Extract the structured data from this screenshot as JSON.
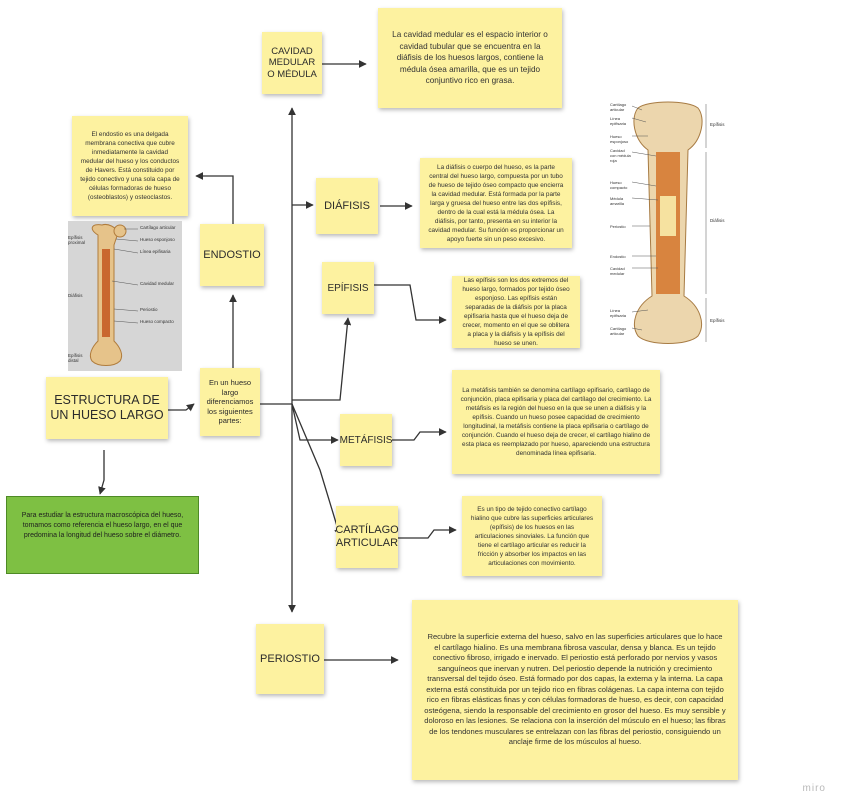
{
  "nodes": {
    "root": "ESTRUCTURA DE UN HUESO LARGO",
    "hub": "En un hueso largo diferenciamos los siguientes partes:",
    "endostio": "ENDOSTIO",
    "cavidad": "CAVIDAD MEDULAR O MÉDULA",
    "diafisis": "DIÁFISIS",
    "epifisis": "EPÍFISIS",
    "metafisis": "METÁFISIS",
    "cartilago": "CARTÍLAGO ARTICULAR",
    "periostio": "PERIOSTIO"
  },
  "descriptions": {
    "endostio": "El endostio es una delgada membrana conectiva que cubre inmediatamente la cavidad medular del hueso y los conductos de Havers. Está constituido por tejido conectivo y una sola capa de células formadoras de hueso (osteoblastos) y osteoclastos.",
    "cavidad": "La cavidad medular es el espacio interior o cavidad tubular que se encuentra en la diáfisis de los huesos largos, contiene la médula ósea amarilla, que es un tejido conjuntivo rico en grasa.",
    "diafisis": "La diáfisis o cuerpo del hueso, es la parte central del hueso largo, compuesta por un tubo de hueso de tejido óseo compacto que encierra la cavidad medular. Está formada por la parte larga y gruesa del hueso entre las dos epífisis, dentro de la cual está la médula ósea. La diáfisis, por tanto, presenta en su interior la cavidad medular. Su función es proporcionar un apoyo fuerte sin un peso excesivo.",
    "epifisis": "Las epífisis son los dos extremos del hueso largo, formados por tejido óseo esponjoso. Las epífisis están separadas de la diáfisis por la placa epifisaria hasta que el hueso deja de crecer, momento en el que se oblitera a placa y la diáfisis y la epífisis del hueso se unen.",
    "metafisis": "La metáfisis también se denomina cartílago epifisario, cartílago de conjunción, placa epifisaria y placa del cartílago del crecimiento. La metáfisis es la región del hueso en la que se unen a diáfisis y la epífisis. Cuando un hueso posee capacidad de crecimiento longitudinal, la metáfisis contiene la placa epifisaria o cartílago de conjunción. Cuando el hueso deja de crecer, el cartílago hialino de esta placa es reemplazado por hueso, apareciendo una estructura denominada línea epifisaria.",
    "cartilago": "Es un tipo de tejido conectivo cartílago hialino que cubre las superficies articulares (epífisis) de los huesos en las articulaciones sinoviales. La función que tiene el cartílago articular es reducir la fricción y absorber los impactos en las articulaciones con movimiento.",
    "periostio": "Recubre la superficie externa del hueso, salvo en las superficies articulares que lo hace el cartílago hialino. Es una membrana fibrosa vascular, densa y blanca. Es un tejido conectivo fibroso, irrigado e inervado. El periostio está perforado por nervios y vasos sanguíneos que inervan y nutren. Del periostio depende la nutrición y crecimiento transversal del tejido óseo. Está formado por dos capas, la externa y la interna. La capa externa está constituida por un tejido rico en fibras colágenas. La capa interna con tejido rico en fibras elásticas finas y con células formadoras de hueso, es decir, con capacidad osteógena, siendo la responsable del crecimiento en grosor del hueso. Es muy sensible y doloroso en las lesiones. Se relaciona con la inserción del músculo en el hueso; las fibras de los tendones musculares se entrelazan con las fibras del periostio, consiguiendo un anclaje firme de los músculos al hueso."
  },
  "green_note": "Para estudiar la estructura macroscópica del hueso, tomamos como referencia el hueso largo, en el que predomina la longitud del hueso sobre el diámetro.",
  "left_figure": {
    "labels": [
      "Cartílago articular",
      "Hueso esponjoso",
      "Línea epifisaria",
      "Cavidad medular",
      "Periostio",
      "Hueso compacto"
    ],
    "side_labels": [
      "Epífisis proximal",
      "Diáfisis",
      "Epífisis distal"
    ]
  },
  "right_figure": {
    "left_labels": [
      "Cartílago articular",
      "Línea epifisaria",
      "Hueso esponjoso",
      "Cavidad con médula roja",
      "Hueso compacto",
      "Médula amarilla",
      "Periostio",
      "Endostio",
      "Cavidad medular",
      "Línea epifisaria",
      "Cartílago articular"
    ],
    "right_labels": [
      "Epífisis",
      "Diáfisis",
      "Epífisis"
    ]
  },
  "watermark": "miro",
  "colors": {
    "note": "#fdf2a0",
    "green": "#7ec043",
    "bone": "#e6c38a",
    "marrow": "#c9672f"
  }
}
